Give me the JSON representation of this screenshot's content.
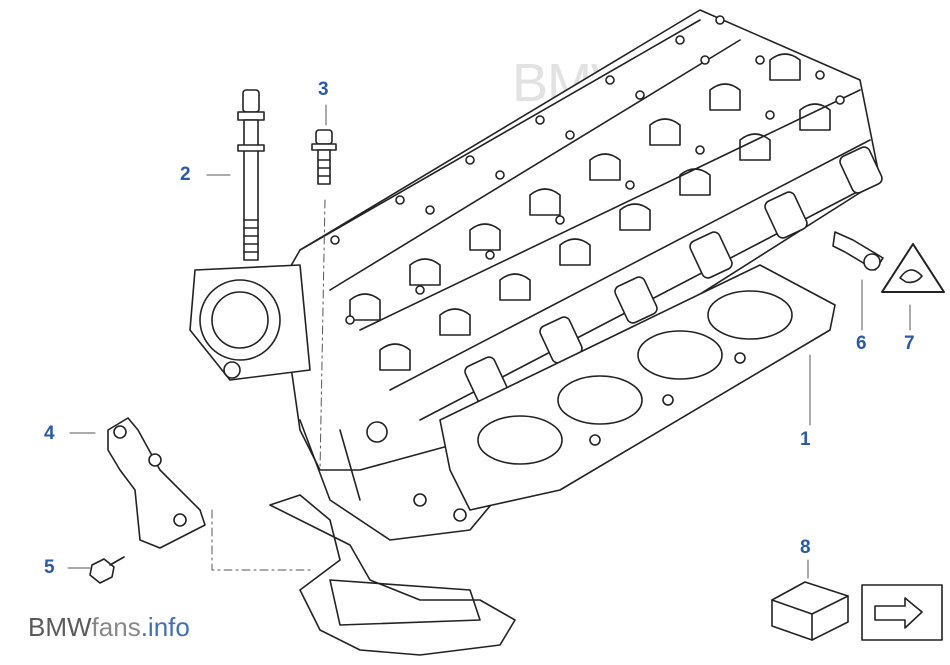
{
  "watermark": "BMWfans.ru",
  "brand": {
    "part1": "BMW",
    "part2": "fans",
    "part3": ".info"
  },
  "callouts": [
    {
      "id": "1",
      "label": "1"
    },
    {
      "id": "2",
      "label": "2"
    },
    {
      "id": "3",
      "label": "3"
    },
    {
      "id": "4",
      "label": "4"
    },
    {
      "id": "5",
      "label": "5"
    },
    {
      "id": "6",
      "label": "6"
    },
    {
      "id": "7",
      "label": "7"
    },
    {
      "id": "8",
      "label": "8"
    }
  ],
  "colors": {
    "callout": "#2a5aa8",
    "line": "#222222"
  }
}
